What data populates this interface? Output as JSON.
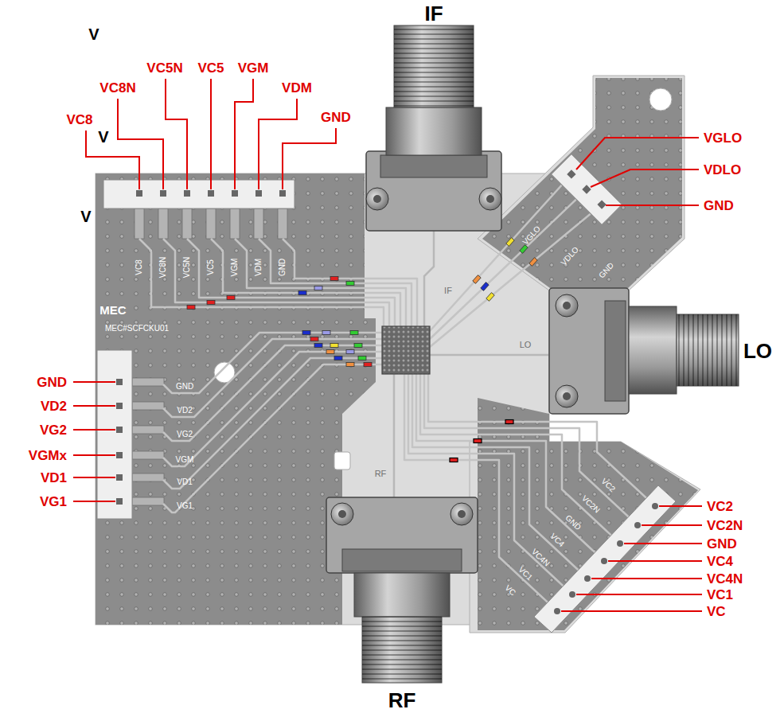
{
  "diagram": {
    "labels": [
      "V",
      "V",
      "V",
      "IF",
      "VC8",
      "VC8N",
      "VC5N",
      "VC5",
      "VGM",
      "VDM",
      "GND",
      "VGLO",
      "VDLO",
      "GND",
      "LO",
      "GND",
      "VD2",
      "VG2",
      "VGMx",
      "VD1",
      "VG1",
      "VC2",
      "VC2N",
      "GND",
      "VC4",
      "VC4N",
      "VC1",
      "VC",
      "RF",
      "VC8",
      "VC8N",
      "VC5N",
      "VC5",
      "VGM",
      "VDM",
      "GND",
      "MEC",
      "MEC#SCFCKU01",
      "IF",
      "VGLO",
      "VDLO",
      "GND",
      "GND",
      "VD2",
      "VG2",
      "VGM",
      "VD1",
      "VG1",
      "LO",
      "RF",
      "VC2",
      "VC2N",
      "GND",
      "VC4",
      "VC4N",
      "VC1",
      "VC"
    ]
  }
}
